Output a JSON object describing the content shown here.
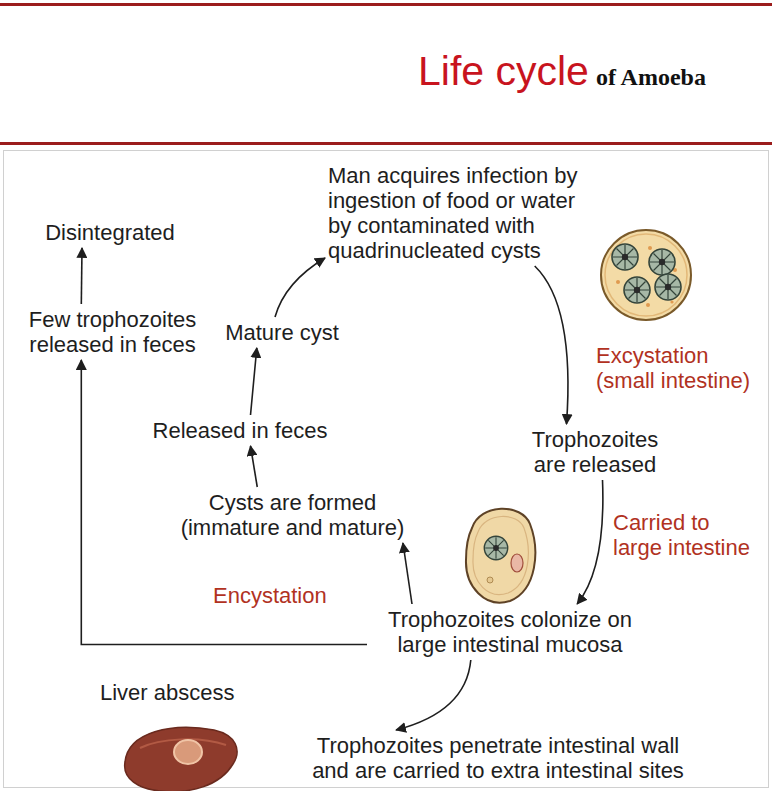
{
  "diagram": {
    "title": "Life cycle",
    "nodes": [
      {
        "text": [
          "Man acquires infection by ingestion of food or water by contaminated with quadrinucleated cysts"
        ]
      },
      {
        "text": [
          "Trophozoites are released"
        ]
      },
      {
        "text": [
          "Trophozoites colonize on large intestinal mucosa"
        ]
      },
      {
        "text": [
          "Trophozoites penetrate intestinal wall and are carried to extra intestinal sites"
        ]
      },
      {
        "text": [
          "Cysts are formed (immature and mature)"
        ]
      },
      {
        "text": [
          "Released in feces"
        ]
      },
      {
        "text": [
          "Mature cyst"
        ]
      },
      {
        "text": [
          "Few trophozoites released in feces"
        ]
      },
      {
        "text": [
          "Disintegrated"
        ]
      }
    ],
    "edges": [
      {
        "from": 0,
        "to": 1,
        "arrow": "to",
        "label": "Excystation (small intestine)"
      },
      {
        "from": 1,
        "to": 2,
        "arrow": "to",
        "label": "Carried to large intestine"
      },
      {
        "from": 2,
        "to": 4,
        "arrow": "to",
        "label": "Encystation"
      },
      {
        "from": 4,
        "to": 5,
        "arrow": "to"
      },
      {
        "from": 5,
        "to": 6,
        "arrow": "to"
      },
      {
        "from": 6,
        "to": 0,
        "arrow": "to"
      },
      {
        "from": 2,
        "to": 7,
        "arrow": "to"
      },
      {
        "from": 7,
        "to": 8,
        "arrow": "to"
      },
      {
        "from": 2,
        "to": 3,
        "arrow": "to"
      }
    ],
    "labels": [
      "of Amoeba",
      "Liver abscess"
    ]
  }
}
